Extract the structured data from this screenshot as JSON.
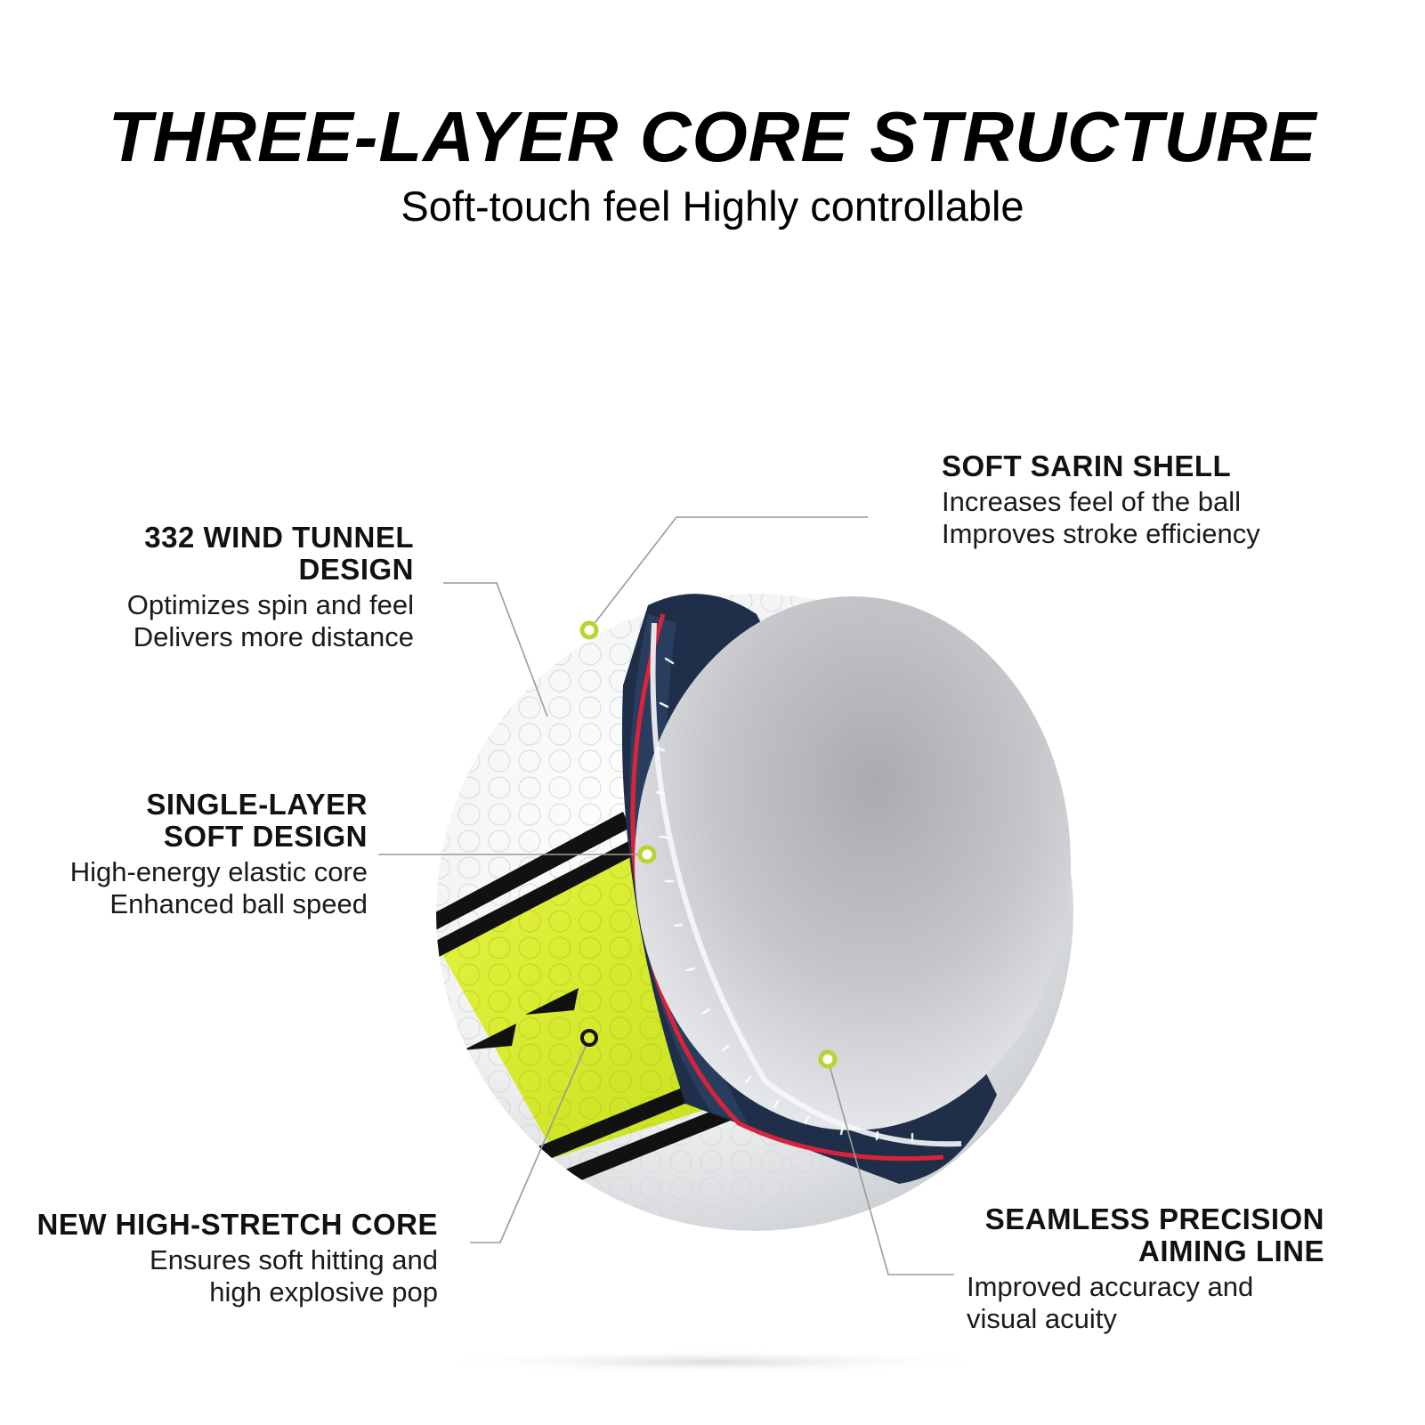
{
  "title": "THREE-LAYER CORE STRUCTURE",
  "subtitle": "Soft-touch feel Highly controllable",
  "callouts": {
    "wind_tunnel": {
      "title": "332 WIND TUNNEL\nDESIGN",
      "desc": "Optimizes spin and feel\nDelivers more distance"
    },
    "single_layer": {
      "title": "SINGLE-LAYER\nSOFT DESIGN",
      "desc": "High-energy elastic core\nEnhanced ball speed"
    },
    "core": {
      "title": "NEW HIGH-STRETCH CORE",
      "desc": "Ensures soft hitting and\nhigh explosive pop"
    },
    "shell": {
      "title": "SOFT SARIN SHELL",
      "desc": "Increases feel of the ball\nImproves stroke efficiency"
    },
    "aiming": {
      "title": "SEAMLESS PRECISION\nAIMING LINE",
      "desc": "Improved accuracy and\nvisual acuity"
    }
  },
  "colors": {
    "accent_green": "#b8d430",
    "ball_yellow": "#d6ec2a",
    "shell_navy": "#1f2f4a",
    "ring_red": "#d8243a",
    "core_gray": "#b9bcbf",
    "leader_line": "#9a9a9a"
  }
}
